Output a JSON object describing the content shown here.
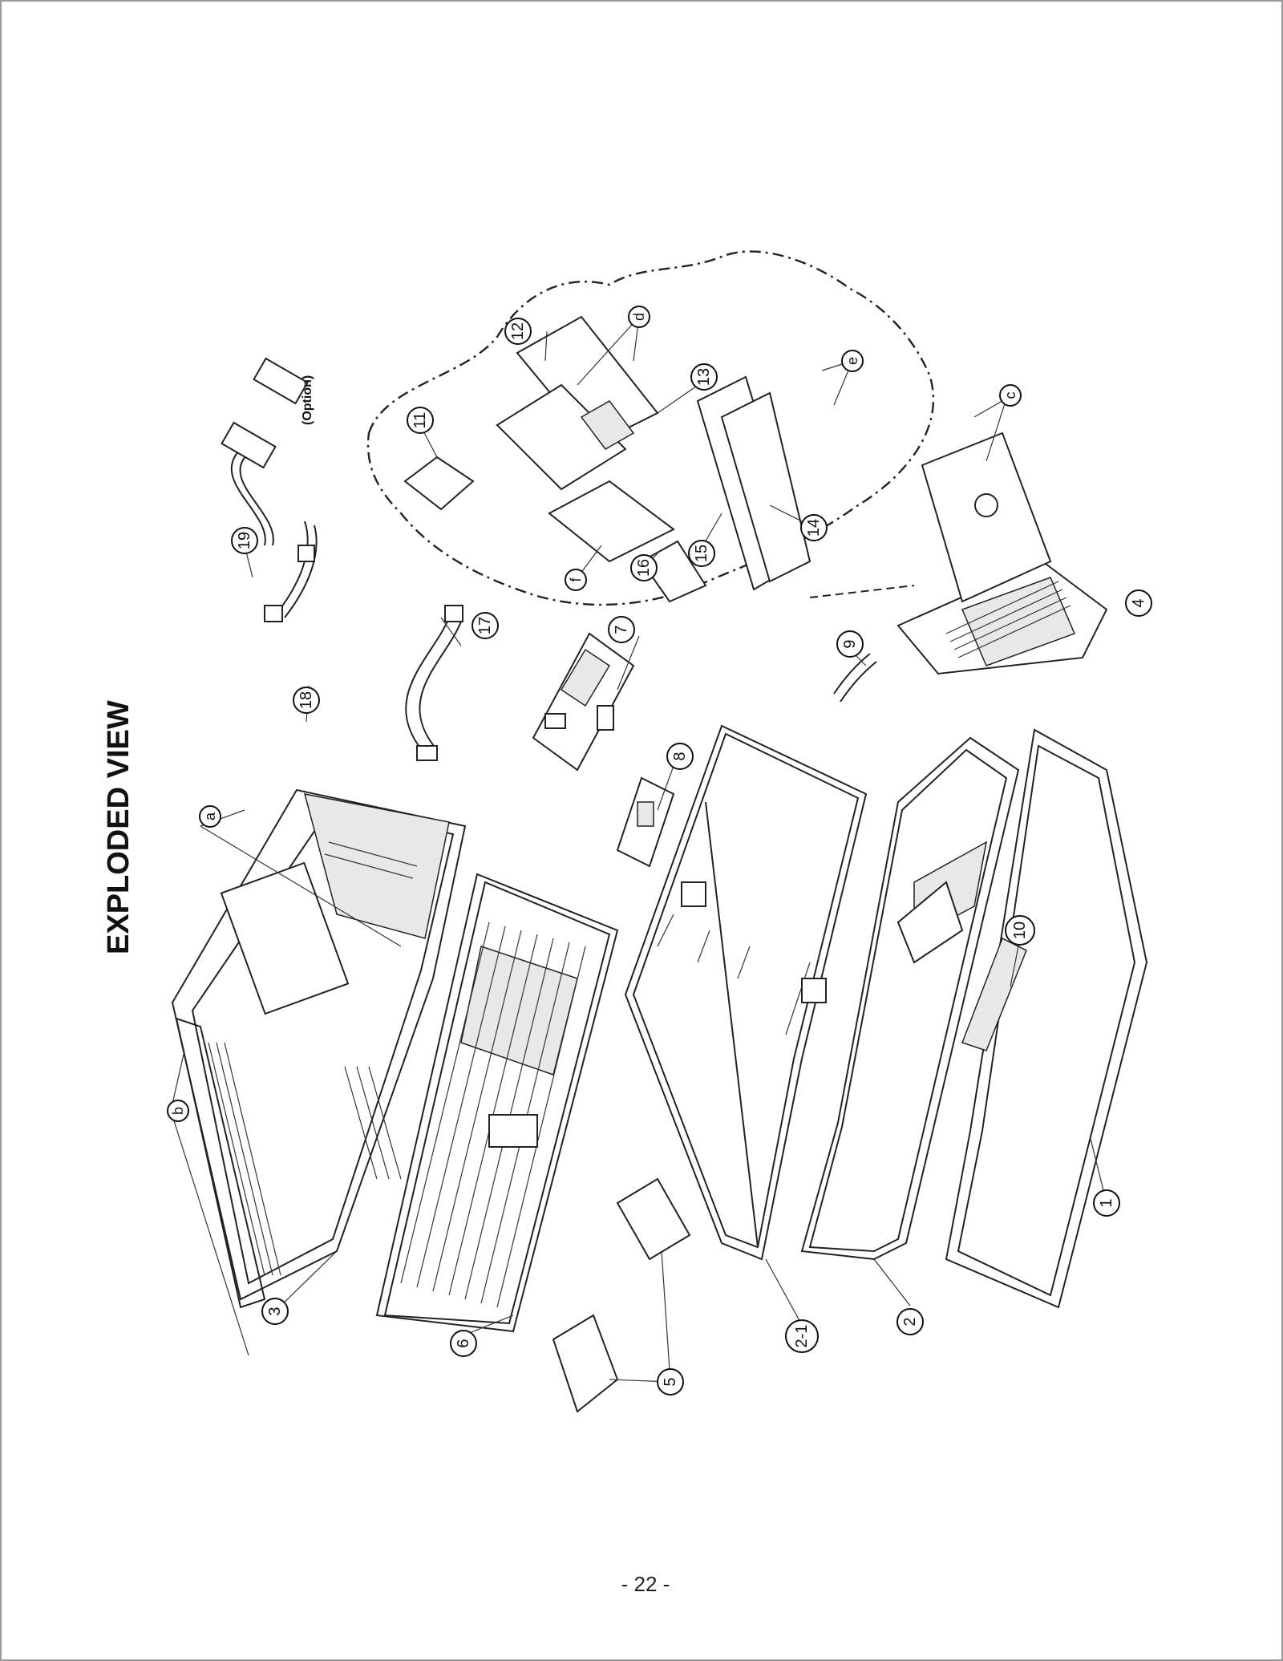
{
  "title": "EXPLODED VIEW",
  "option_label": "(Option)",
  "page_number": "- 22 -",
  "callouts": {
    "c1": "1",
    "c2": "2",
    "c2_1": "2-1",
    "c3": "3",
    "c4": "4",
    "c5": "5",
    "c6": "6",
    "c7": "7",
    "c8": "8",
    "c9": "9",
    "c10": "10",
    "c11": "11",
    "c12": "12",
    "c13": "13",
    "c14": "14",
    "c15": "15",
    "c16": "16",
    "c17": "17",
    "c18": "18",
    "c19": "19",
    "a": "a",
    "b": "b",
    "c": "c",
    "d": "d",
    "e": "e",
    "f": "f"
  }
}
